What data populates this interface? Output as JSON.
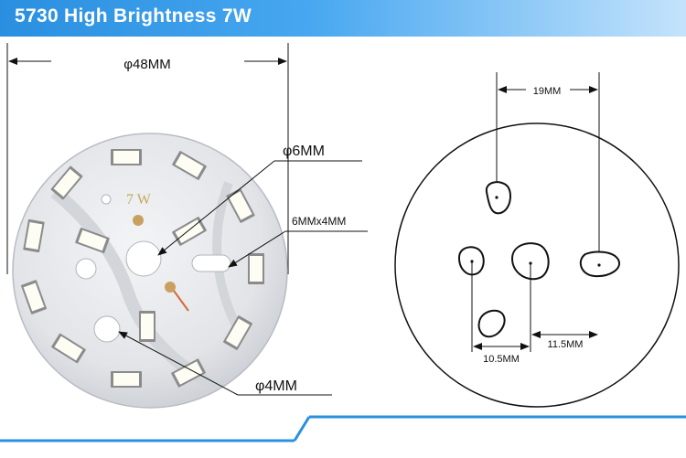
{
  "header": {
    "title": "5730 High Brightness 7W"
  },
  "left_panel": {
    "board_marking": "7 W",
    "dimensions": {
      "outer_diameter": "φ48MM",
      "center_hole": "φ6MM",
      "slot": "6MMx4MM",
      "small_hole": "φ4MM"
    }
  },
  "right_panel": {
    "dimensions": {
      "top_spacing": "19MM",
      "bottom_left_spacing": "10.5MM",
      "bottom_right_spacing": "11.5MM"
    }
  },
  "colors": {
    "header_start": "#2a8fe0",
    "header_end": "#c4e3fb",
    "board": "#e3e5e8",
    "led": "#fdfdf4",
    "accent_line": "#2a8fe0"
  }
}
